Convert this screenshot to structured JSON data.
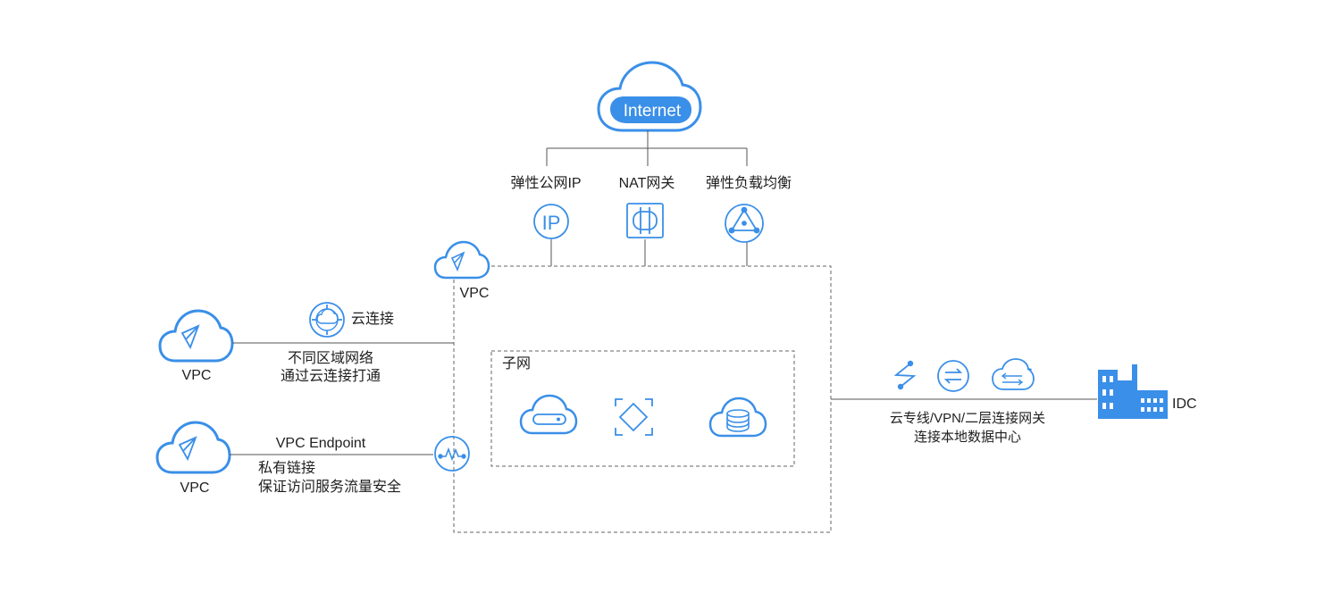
{
  "internet": {
    "label": "Internet"
  },
  "gateways": {
    "eip": "弹性公网IP",
    "nat": "NAT网关",
    "elb": "弹性负载均衡"
  },
  "vpc_main": {
    "label": "VPC"
  },
  "subnet": {
    "label": "子网"
  },
  "cloud_connect": {
    "title": "云连接",
    "desc_line1": "不同区域网络",
    "desc_line2": "通过云连接打通"
  },
  "left_vpc_top": {
    "label": "VPC"
  },
  "left_vpc_bottom": {
    "label": "VPC"
  },
  "endpoint": {
    "title": "VPC Endpoint",
    "desc_line1": "私有链接",
    "desc_line2": "保证访问服务流量安全"
  },
  "idc": {
    "label": "IDC",
    "desc_line1": "云专线/VPN/二层连接网关",
    "desc_line2": "连接本地数据中心"
  },
  "colors": {
    "primary": "#3a8fe8",
    "line": "#555555",
    "dashed": "#666666"
  },
  "icons": [
    "internet-cloud-icon",
    "eip-icon",
    "nat-gateway-icon",
    "elb-icon",
    "vpc-cloud-icon",
    "cloud-connect-icon",
    "endpoint-icon",
    "server-icon",
    "security-group-icon",
    "database-cloud-icon",
    "direct-connect-icon",
    "vpn-icon",
    "l2-gateway-icon",
    "idc-building-icon"
  ]
}
